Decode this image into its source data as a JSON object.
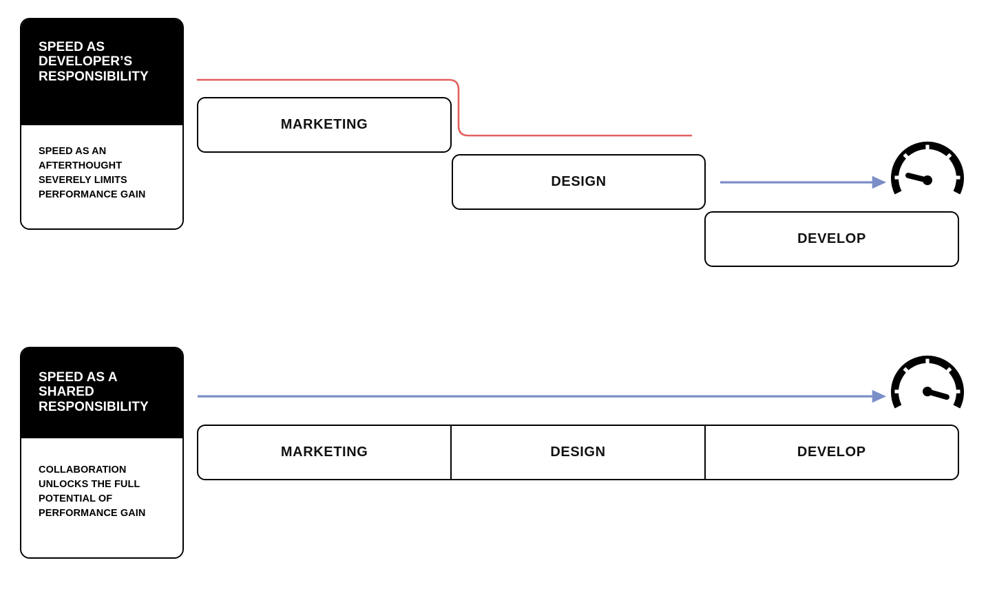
{
  "cards": [
    {
      "title": "SPEED AS\nDEVELOPER’S\nRESPONSIBILITY",
      "body": "SPEED AS AN\nAFTERTHOUGHT\nSEVERELY LIMITS\nPERFORMANCE GAIN"
    },
    {
      "title": "SPEED AS A\nSHARED\nRESPONSIBILITY",
      "body": "COLLABORATION\nUNLOCKS THE FULL\nPOTENTIAL OF\nPERFORMANCE GAIN"
    }
  ],
  "sequential": {
    "stages": [
      {
        "label": "MARKETING"
      },
      {
        "label": "DESIGN"
      },
      {
        "label": "DEVELOP"
      }
    ],
    "connector_color": "#e2605e",
    "arrow_color": "#7b8ec8",
    "gauge_label": "speedometer-low"
  },
  "shared": {
    "stages": [
      {
        "label": "MARKETING"
      },
      {
        "label": "DESIGN"
      },
      {
        "label": "DEVELOP"
      }
    ],
    "arrow_color": "#7b8ec8",
    "gauge_label": "speedometer-high"
  },
  "colors": {
    "ink": "#000000",
    "paper": "#ffffff",
    "red_line": "#e2605e",
    "blue_arrow": "#7b8ec8"
  }
}
